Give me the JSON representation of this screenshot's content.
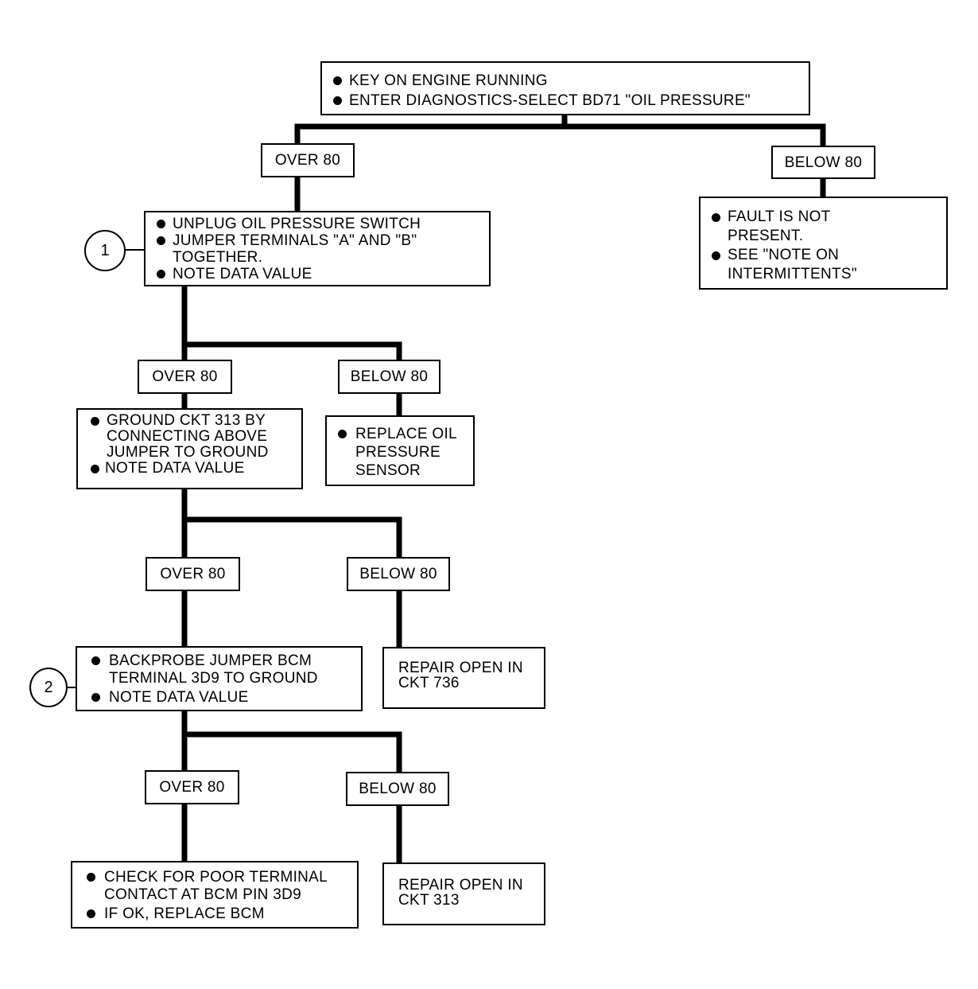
{
  "start": {
    "lines": [
      "KEY ON ENGINE RUNNING",
      "ENTER DIAGNOSTICS-SELECT BD71 \"OIL PRESSURE\""
    ]
  },
  "branch_labels": {
    "over": "OVER 80",
    "below": "BELOW 80"
  },
  "step1": {
    "marker": "1",
    "lines": [
      "UNPLUG OIL PRESSURE SWITCH",
      "JUMPER TERMINALS \"A\" AND \"B\"",
      "TOGETHER.",
      "NOTE DATA VALUE"
    ]
  },
  "fault_box": {
    "lines": [
      "FAULT IS NOT",
      "PRESENT.",
      "SEE \"NOTE ON",
      "INTERMITTENTS\""
    ]
  },
  "ground_box": {
    "lines": [
      "GROUND CKT 313 BY",
      "CONNECTING ABOVE",
      "JUMPER TO GROUND",
      "NOTE DATA VALUE"
    ]
  },
  "replace_sensor": {
    "lines": [
      "REPLACE OIL",
      "PRESSURE",
      "SENSOR"
    ]
  },
  "step2": {
    "marker": "2",
    "lines": [
      "BACKPROBE JUMPER BCM",
      "TERMINAL 3D9 TO GROUND",
      "NOTE DATA VALUE"
    ]
  },
  "repair736": {
    "lines": [
      "REPAIR OPEN IN",
      "CKT 736"
    ]
  },
  "check_box": {
    "lines": [
      "CHECK FOR POOR TERMINAL",
      "CONTACT AT BCM PIN 3D9",
      "IF OK, REPLACE BCM"
    ]
  },
  "repair313": {
    "lines": [
      "REPAIR OPEN IN",
      "CKT 313"
    ]
  }
}
